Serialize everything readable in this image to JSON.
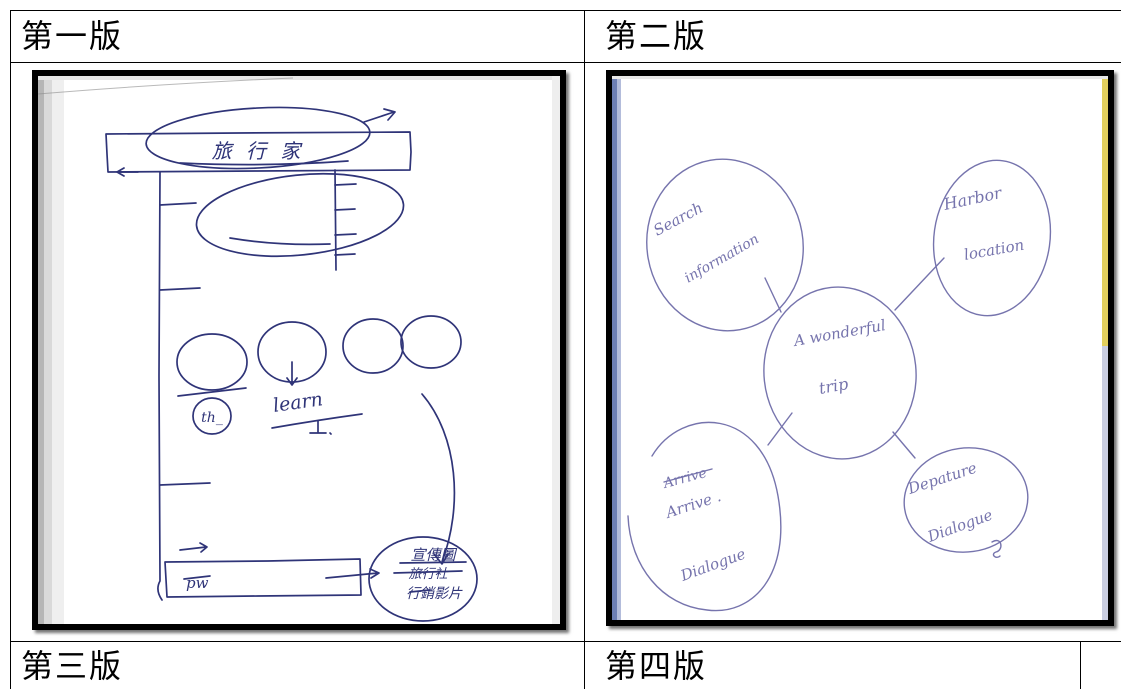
{
  "table": {
    "header_row": {
      "left": "第一版",
      "right": "第二版"
    },
    "bottom_row": {
      "left": "第三版",
      "right": "第四版"
    }
  },
  "sketch_v1": {
    "ink_color": "#2f3478",
    "header_title": "旅 行 家",
    "circle_label": "th_",
    "note": "learn",
    "bottom_bar_label": "pw",
    "cloud_lines": [
      "宣傳圖",
      "旅行社",
      "行銷影片"
    ]
  },
  "sketch_v2": {
    "ink_color": "#7674ad",
    "center": [
      "A wonderful",
      "trip"
    ],
    "node_top_left": [
      "Search",
      "information"
    ],
    "node_top_right": [
      "Harbor",
      "location"
    ],
    "node_bottom_left": [
      "Arrive",
      "Arrive .",
      "Dialogue"
    ],
    "node_bottom_right": [
      "Depature",
      "Dialogue"
    ]
  }
}
